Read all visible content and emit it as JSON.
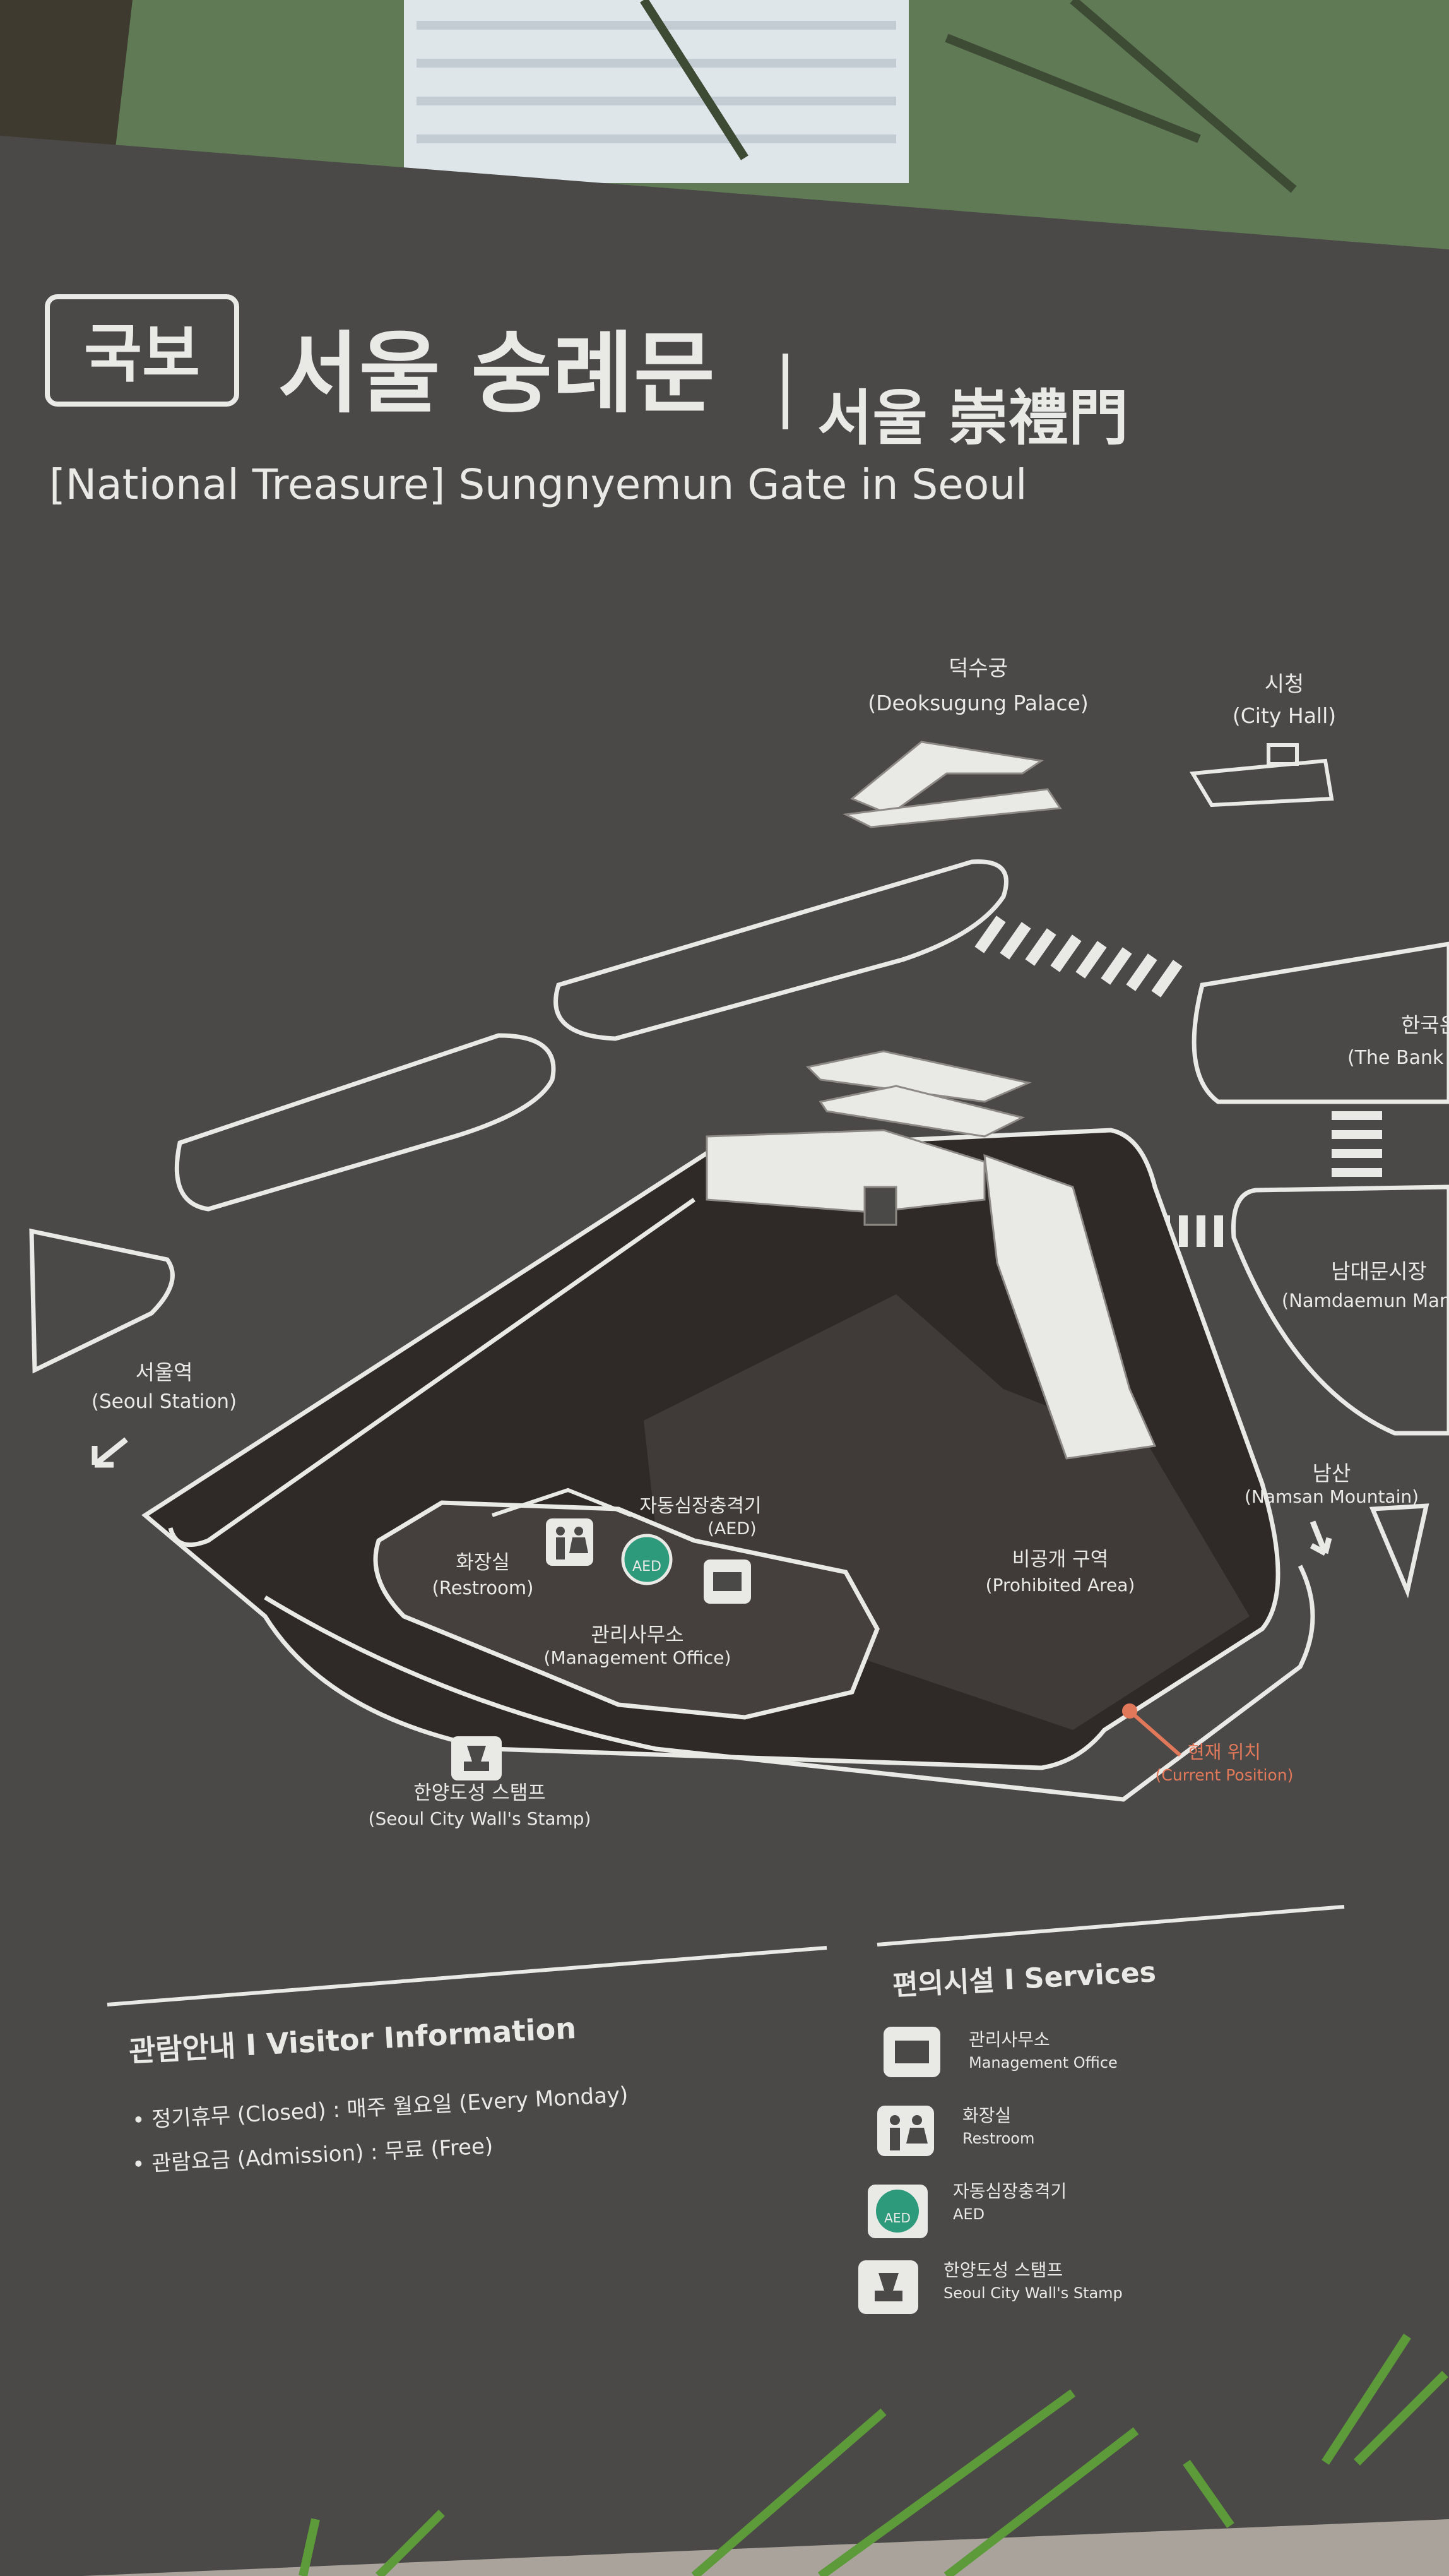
{
  "header": {
    "badge": "국보",
    "title_ko": "서울 숭례문",
    "title_hanja": "서울 崇禮門",
    "title_en": "[National Treasure] Sungnyemun Gate in Seoul"
  },
  "map": {
    "deoksugung": {
      "ko": "덕수궁",
      "en": "(Deoksugung Palace)"
    },
    "city_hall": {
      "ko": "시청",
      "en": "(City Hall)"
    },
    "bank": {
      "ko": "한국은",
      "en": "(The Bank o"
    },
    "namdaemun_market": {
      "ko": "남대문시장",
      "en": "(Namdaemun Market)"
    },
    "seoul_station": {
      "ko": "서울역",
      "en": "(Seoul Station)"
    },
    "namsan": {
      "ko": "남산",
      "en": "(Namsan Mountain)"
    },
    "aed": {
      "ko": "자동심장충격기",
      "en": "(AED)"
    },
    "restroom": {
      "ko": "화장실",
      "en": "(Restroom)"
    },
    "management": {
      "ko": "관리사무소",
      "en": "(Management Office)"
    },
    "prohibited": {
      "ko": "비공개 구역",
      "en": "(Prohibited Area)"
    },
    "stamp": {
      "ko": "한양도성 스탬프",
      "en": "(Seoul City Wall's Stamp)"
    },
    "current": {
      "ko": "현재 위치",
      "en": "(Current Position)"
    },
    "aed_icon_text": "AED"
  },
  "visitor_info": {
    "heading": "관람안내 I Visitor Information",
    "closed": "• 정기휴무 (Closed) : 매주 월요일 (Every Monday)",
    "admission": "• 관람요금 (Admission) : 무료 (Free)"
  },
  "services": {
    "heading": "편의시설 I Services",
    "items": [
      {
        "ko": "관리사무소",
        "en": "Management Office",
        "icon": "office-icon"
      },
      {
        "ko": "화장실",
        "en": "Restroom",
        "icon": "restroom-icon"
      },
      {
        "ko": "자동심장충격기",
        "en": "AED",
        "icon": "aed-icon"
      },
      {
        "ko": "한양도성 스탬프",
        "en": "Seoul City Wall's Stamp",
        "icon": "stamp-icon"
      }
    ]
  },
  "colors": {
    "board": "#4b4947",
    "line": "#e9e9e6",
    "fill_dark": "#2f2a28",
    "accent": "#e2785a"
  }
}
